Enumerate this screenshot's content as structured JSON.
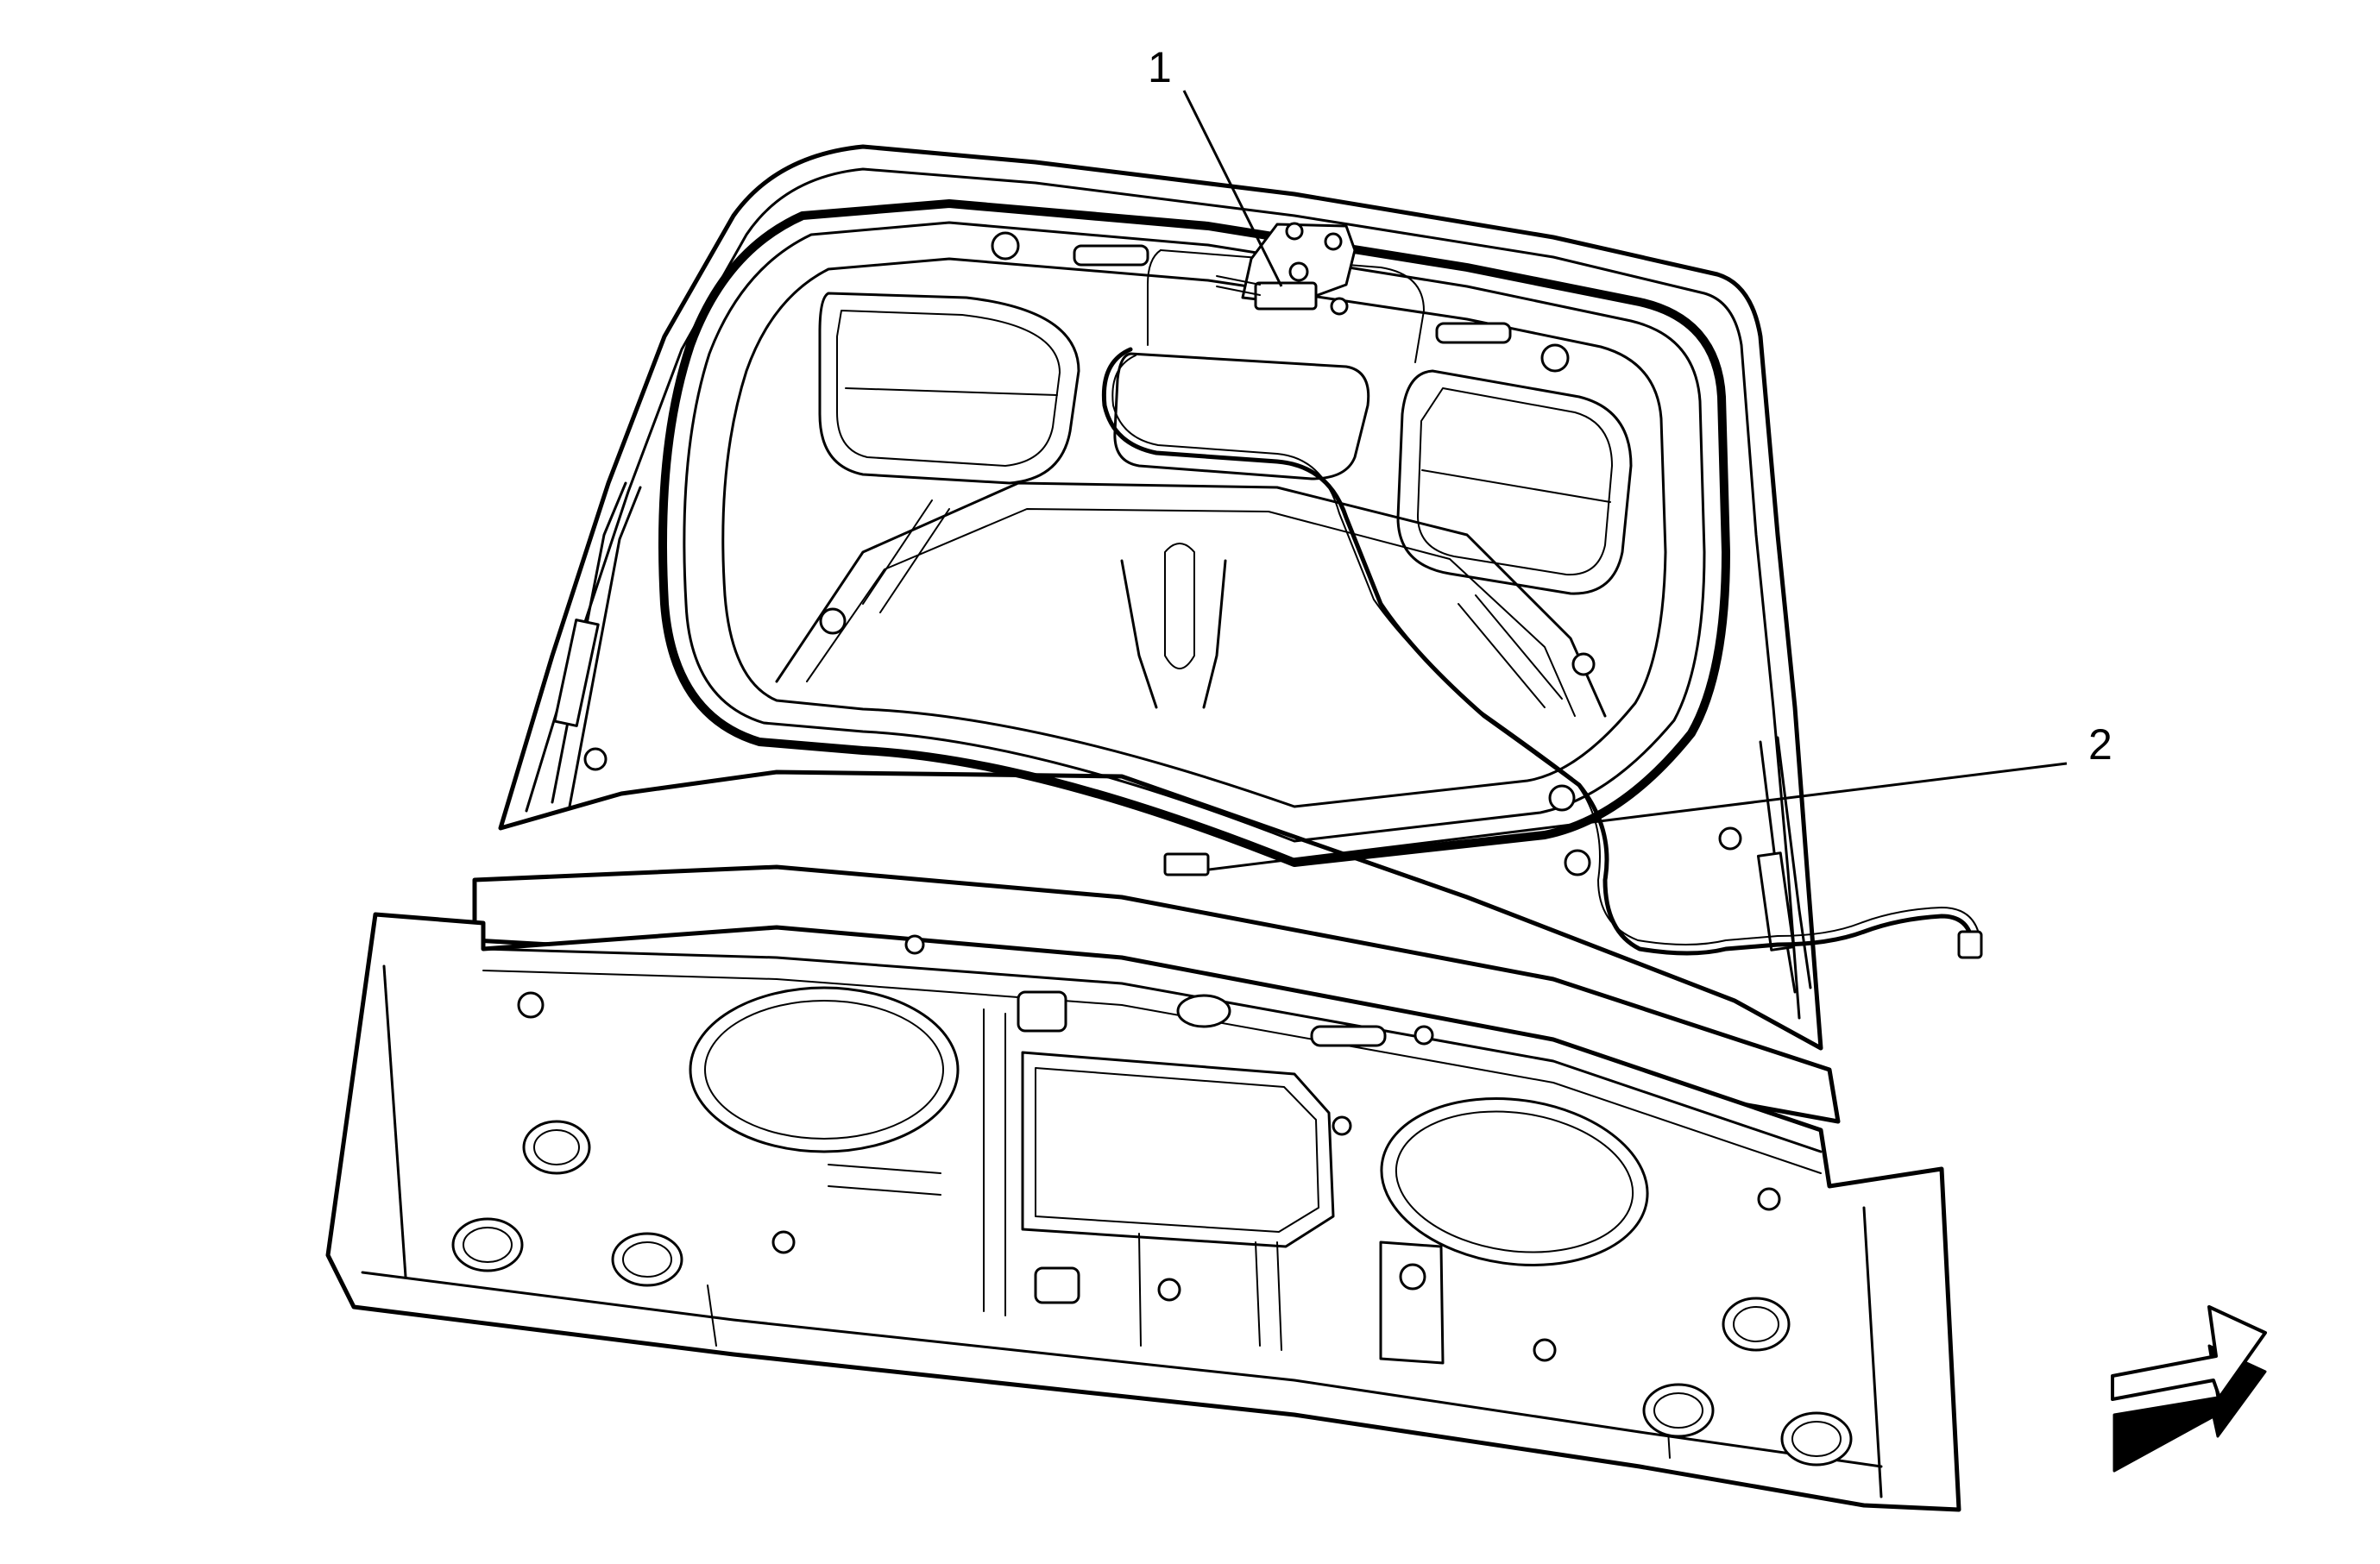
{
  "diagram": {
    "callouts": [
      {
        "id": "1",
        "label": "1"
      },
      {
        "id": "2",
        "label": "2"
      }
    ]
  },
  "colors": {
    "line": "#000000",
    "background": "#ffffff"
  },
  "icons": {
    "view_direction": "forward-arrow-icon"
  }
}
